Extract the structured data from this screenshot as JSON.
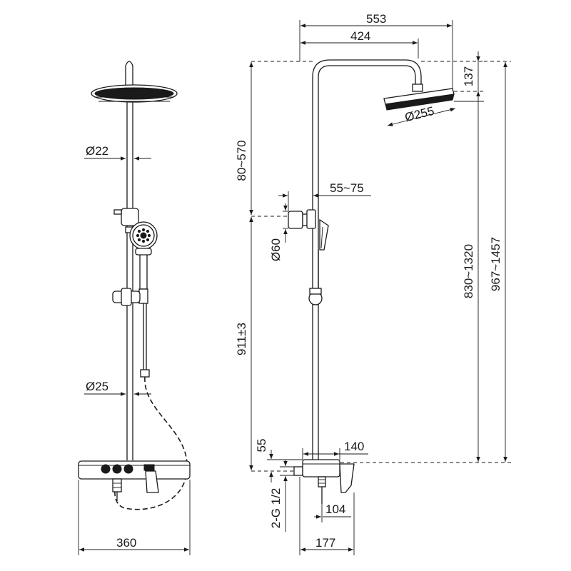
{
  "front_view": {
    "dims": {
      "pipe_upper_diameter": "Ø22",
      "pipe_lower_diameter": "Ø25",
      "panel_width": "360"
    }
  },
  "side_view": {
    "dims": {
      "outreach_total": "553",
      "outreach_arm": "424",
      "head_drop": "137",
      "head_diameter": "Ø255",
      "slide_range": "80~570",
      "bracket_offset": "55~75",
      "bracket_diameter": "Ø60",
      "rail_height": "830~1320",
      "total_height": "967~1457",
      "inlet_height": "911±3",
      "panel_height": "55",
      "panel_depth": "140",
      "thread": "2-G 1/2",
      "outlet_offset": "104",
      "base_depth": "177"
    }
  }
}
